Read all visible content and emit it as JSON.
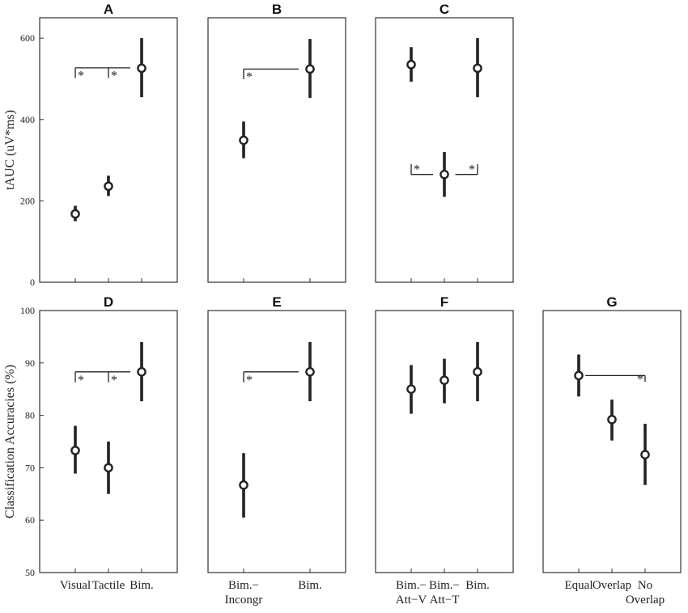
{
  "colors": {
    "ink": "#222222",
    "frame": "#333333",
    "background": "#ffffff"
  },
  "rows": [
    {
      "ylabel": "tAUC (uV*ms)",
      "ylim": [
        0,
        650
      ],
      "yticks": [
        0,
        200,
        400,
        600
      ]
    },
    {
      "ylabel": "Classification Accuracies (%)",
      "ylim": [
        50,
        100
      ],
      "yticks": [
        50,
        60,
        70,
        80,
        90,
        100
      ]
    }
  ],
  "chart_data": [
    {
      "panel": "A",
      "row": 0,
      "col": 0,
      "type": "scatter",
      "categories": [
        [
          "Visual"
        ],
        [
          "Tactile"
        ],
        [
          "Bim."
        ]
      ],
      "show_categories": false,
      "values": [
        168,
        236,
        526
      ],
      "error_low": [
        150,
        212,
        455
      ],
      "error_high": [
        188,
        262,
        600
      ],
      "significance": [
        {
          "kind": "top",
          "from": 1,
          "to": 3,
          "y": 527,
          "drop": 25,
          "ticks": [
            1,
            2
          ],
          "star_positions": [
            1,
            2
          ],
          "star_label": "*"
        }
      ]
    },
    {
      "panel": "B",
      "row": 0,
      "col": 1,
      "type": "scatter",
      "categories": [
        [
          "Bim.−",
          "Incongr"
        ],
        [
          "Bim."
        ]
      ],
      "show_categories": false,
      "values": [
        349,
        524
      ],
      "error_low": [
        305,
        453
      ],
      "error_high": [
        395,
        598
      ],
      "significance": [
        {
          "kind": "top",
          "from": 1,
          "to": 2,
          "y": 524,
          "drop": 25,
          "ticks": [
            1
          ],
          "star_positions": [
            1
          ],
          "star_label": "*"
        }
      ]
    },
    {
      "panel": "C",
      "row": 0,
      "col": 2,
      "type": "scatter",
      "categories": [
        [
          "Bim.−",
          "Att−V"
        ],
        [
          "Bim.−",
          "Att−T"
        ],
        [
          "Bim."
        ]
      ],
      "show_categories": false,
      "values": [
        535,
        265,
        526
      ],
      "error_low": [
        493,
        210,
        455
      ],
      "error_high": [
        578,
        320,
        600
      ],
      "significance": [
        {
          "kind": "bracket-left",
          "x_from": 1,
          "x_to": 1.66,
          "y": 265,
          "rise": 25,
          "star_label": "*"
        },
        {
          "kind": "bracket-right",
          "x_from": 2.33,
          "x_to": 3,
          "y": 265,
          "rise": 25,
          "star_label": "*"
        }
      ]
    },
    {
      "panel": "D",
      "row": 1,
      "col": 0,
      "type": "scatter",
      "categories": [
        [
          "Visual"
        ],
        [
          "Tactile"
        ],
        [
          "Bim."
        ]
      ],
      "show_categories": true,
      "values": [
        73.3,
        70.0,
        88.3
      ],
      "error_low": [
        68.9,
        65.0,
        82.7
      ],
      "error_high": [
        78.0,
        75.0,
        94.0
      ],
      "significance": [
        {
          "kind": "top",
          "from": 1,
          "to": 3,
          "y": 88.3,
          "drop": 2,
          "ticks": [
            1,
            2
          ],
          "star_positions": [
            1,
            2
          ],
          "star_label": "*"
        }
      ]
    },
    {
      "panel": "E",
      "row": 1,
      "col": 1,
      "type": "scatter",
      "categories": [
        [
          "Bim.−",
          "Incongr"
        ],
        [
          "Bim."
        ]
      ],
      "show_categories": true,
      "values": [
        66.7,
        88.3
      ],
      "error_low": [
        60.5,
        82.7
      ],
      "error_high": [
        72.8,
        94.0
      ],
      "significance": [
        {
          "kind": "top",
          "from": 1,
          "to": 2,
          "y": 88.3,
          "drop": 2,
          "ticks": [
            1
          ],
          "star_positions": [
            1
          ],
          "star_label": "*"
        }
      ]
    },
    {
      "panel": "F",
      "row": 1,
      "col": 2,
      "type": "scatter",
      "categories": [
        [
          "Bim.−",
          "Att−V"
        ],
        [
          "Bim.−",
          "Att−T"
        ],
        [
          "Bim."
        ]
      ],
      "show_categories": true,
      "values": [
        85.0,
        86.7,
        88.3
      ],
      "error_low": [
        80.3,
        82.3,
        82.7
      ],
      "error_high": [
        89.6,
        90.8,
        94.0
      ],
      "significance": []
    },
    {
      "panel": "G",
      "row": 1,
      "col": 3,
      "type": "scatter",
      "categories": [
        [
          "Equal"
        ],
        [
          "Overlap"
        ],
        [
          "No",
          "Overlap"
        ]
      ],
      "show_categories": true,
      "values": [
        87.6,
        79.2,
        72.5
      ],
      "error_low": [
        83.6,
        75.2,
        66.7
      ],
      "error_high": [
        91.6,
        83.0,
        78.4
      ],
      "significance": [
        {
          "kind": "top-right",
          "from": 1.2,
          "to": 3,
          "y": 87.6,
          "drop": 1.2,
          "ticks": [
            3
          ],
          "star_positions": [
            2.9
          ],
          "star_label": "*"
        }
      ]
    }
  ]
}
